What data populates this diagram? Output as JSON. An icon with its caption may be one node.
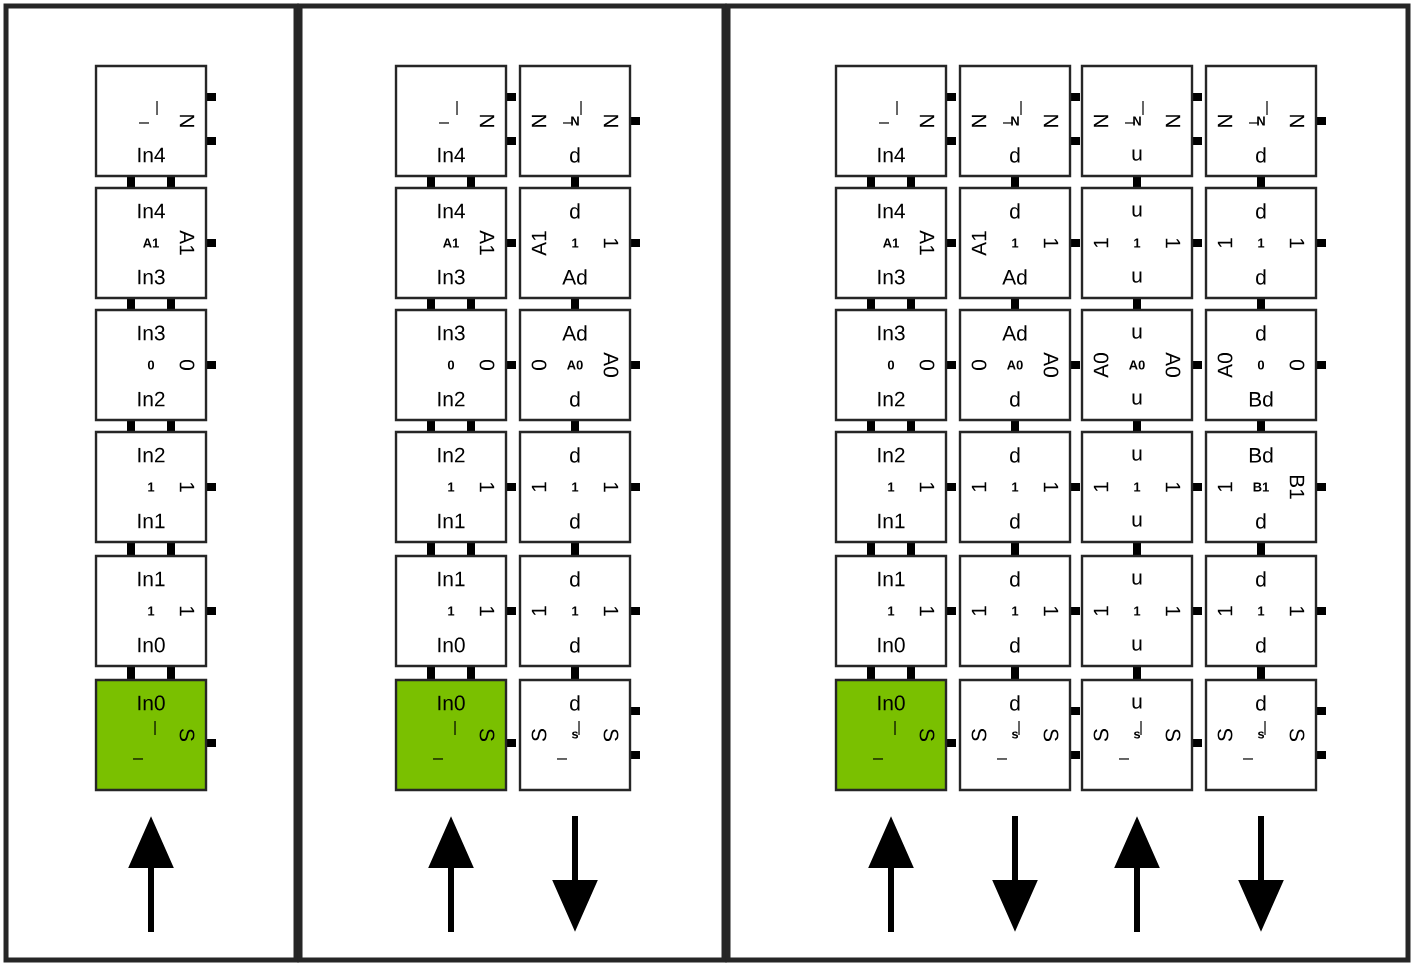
{
  "diagram": {
    "nodes": [
      {
        "text": [
          "N",
          "In4"
        ]
      },
      {
        "text": [
          "In4",
          "A1",
          "A1",
          "In3"
        ]
      },
      {
        "text": [
          "In3",
          "0",
          "0",
          "In2"
        ]
      },
      {
        "text": [
          "In2",
          "1",
          "1",
          "In1"
        ]
      },
      {
        "text": [
          "In1",
          "1",
          "1",
          "In0"
        ]
      },
      {
        "text": [
          "In0",
          "S"
        ]
      },
      {
        "text": [
          "N",
          "In4"
        ]
      },
      {
        "text": [
          "In4",
          "A1",
          "A1",
          "In3"
        ]
      },
      {
        "text": [
          "In3",
          "0",
          "0",
          "In2"
        ]
      },
      {
        "text": [
          "In2",
          "1",
          "1",
          "In1"
        ]
      },
      {
        "text": [
          "In1",
          "1",
          "1",
          "In0"
        ]
      },
      {
        "text": [
          "In0",
          "S"
        ]
      },
      {
        "text": [
          "N",
          "N",
          "N",
          "d"
        ]
      },
      {
        "text": [
          "d",
          "A1",
          "1",
          "1",
          "Ad"
        ]
      },
      {
        "text": [
          "Ad",
          "0",
          "A0",
          "A0",
          "d"
        ]
      },
      {
        "text": [
          "d",
          "1",
          "1",
          "1",
          "d"
        ]
      },
      {
        "text": [
          "d",
          "1",
          "1",
          "1",
          "d"
        ]
      },
      {
        "text": [
          "d",
          "S",
          "s",
          "S"
        ]
      },
      {
        "text": [
          "N",
          "In4"
        ]
      },
      {
        "text": [
          "In4",
          "A1",
          "A1",
          "In3"
        ]
      },
      {
        "text": [
          "In3",
          "0",
          "0",
          "In2"
        ]
      },
      {
        "text": [
          "In2",
          "1",
          "1",
          "In1"
        ]
      },
      {
        "text": [
          "In1",
          "1",
          "1",
          "In0"
        ]
      },
      {
        "text": [
          "In0",
          "S"
        ]
      },
      {
        "text": [
          "N",
          "N",
          "N",
          "d"
        ]
      },
      {
        "text": [
          "d",
          "A1",
          "1",
          "1",
          "Ad"
        ]
      },
      {
        "text": [
          "Ad",
          "0",
          "A0",
          "A0",
          "d"
        ]
      },
      {
        "text": [
          "d",
          "1",
          "1",
          "1",
          "d"
        ]
      },
      {
        "text": [
          "d",
          "1",
          "1",
          "1",
          "d"
        ]
      },
      {
        "text": [
          "d",
          "S",
          "s",
          "S"
        ]
      },
      {
        "text": [
          "N",
          "N",
          "N",
          "u"
        ]
      },
      {
        "text": [
          "u",
          "1",
          "1",
          "1",
          "u"
        ]
      },
      {
        "text": [
          "u",
          "A0",
          "A0",
          "A0",
          "u"
        ]
      },
      {
        "text": [
          "u",
          "1",
          "1",
          "1",
          "u"
        ]
      },
      {
        "text": [
          "u",
          "1",
          "1",
          "1",
          "u"
        ]
      },
      {
        "text": [
          "u",
          "S",
          "s",
          "S"
        ]
      },
      {
        "text": [
          "N",
          "N",
          "N",
          "d"
        ]
      },
      {
        "text": [
          "d",
          "1",
          "1",
          "1",
          "d"
        ]
      },
      {
        "text": [
          "d",
          "A0",
          "0",
          "0",
          "Bd"
        ]
      },
      {
        "text": [
          "Bd",
          "1",
          "B1",
          "B1",
          "d"
        ]
      },
      {
        "text": [
          "d",
          "1",
          "1",
          "1",
          "d"
        ]
      },
      {
        "text": [
          "d",
          "S",
          "s",
          "S"
        ]
      }
    ]
  }
}
